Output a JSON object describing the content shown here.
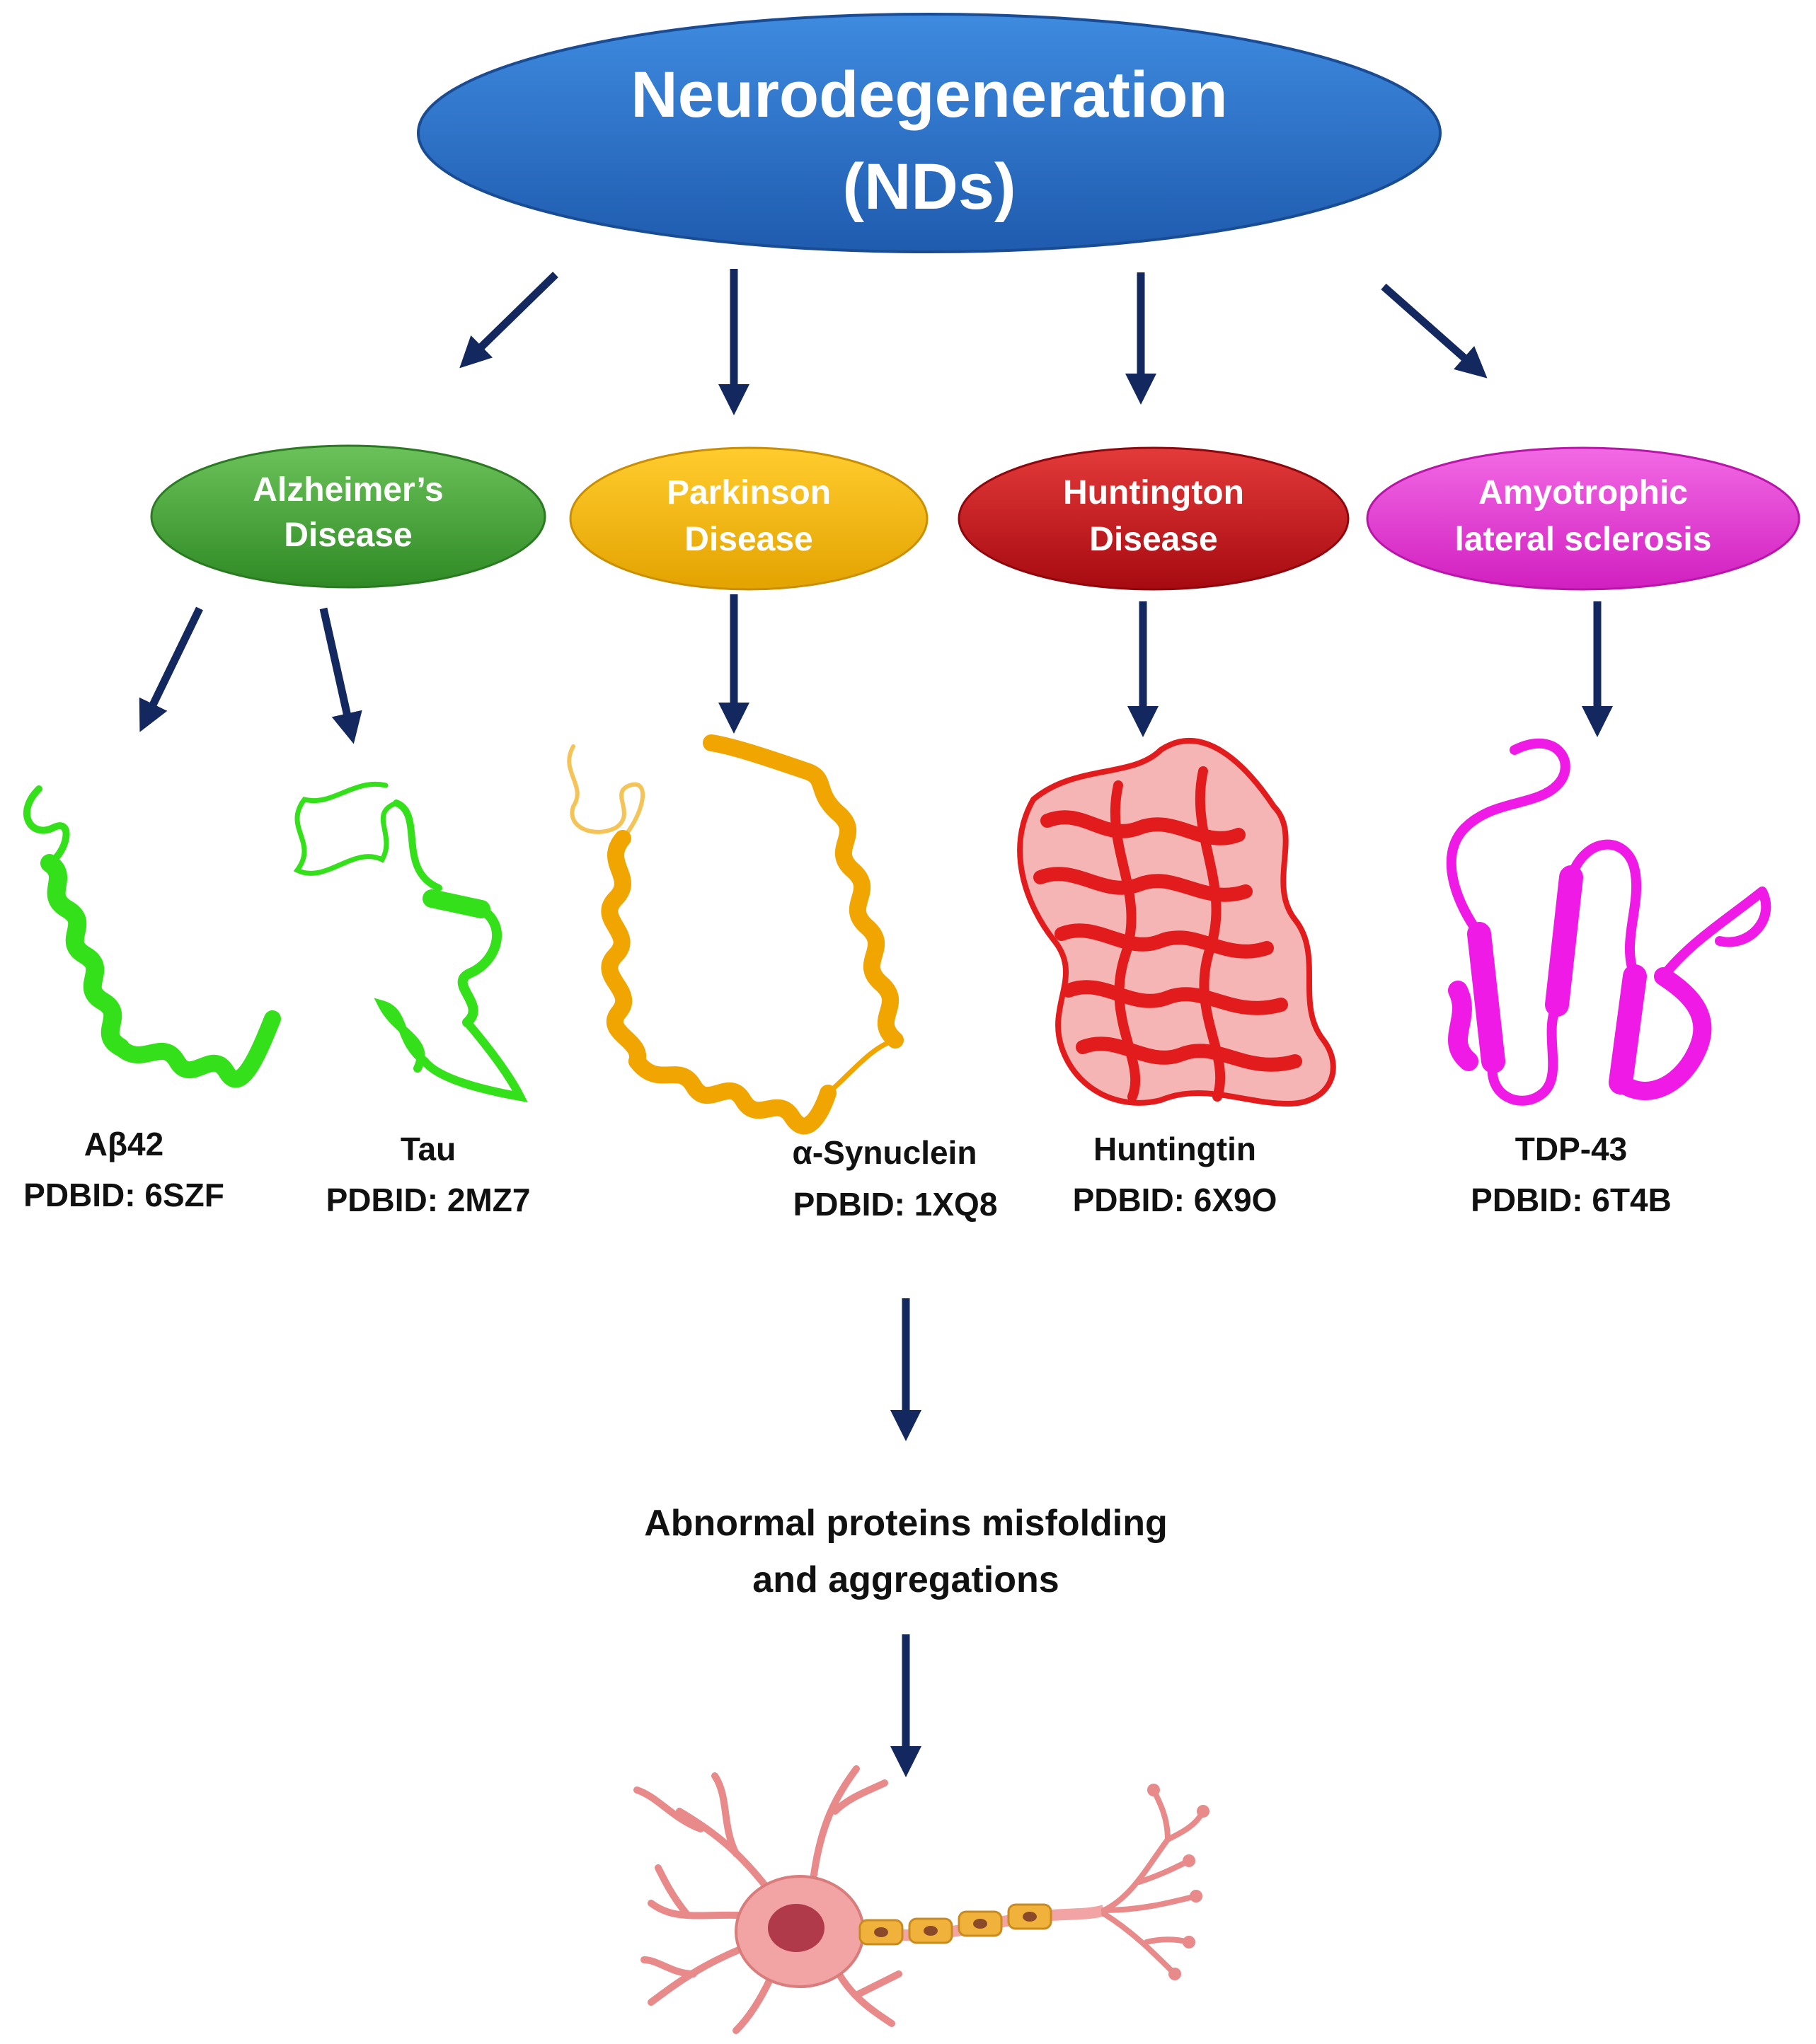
{
  "root": {
    "line1": "Neurodegeneration",
    "line2": "(NDs)",
    "color": "#2E6FC4"
  },
  "diseases": [
    {
      "line1": "Alzheimer’s",
      "line2": "Disease",
      "color": "#4CA83C"
    },
    {
      "line1": "Parkinson",
      "line2": "Disease",
      "color": "#F2B705"
    },
    {
      "line1": "Huntington",
      "line2": "Disease",
      "color": "#C8131B"
    },
    {
      "line1": "Amyotrophic",
      "line2": "lateral sclerosis",
      "color": "#E23FD3"
    }
  ],
  "proteins": [
    {
      "name": "Aβ42",
      "pdb": "PDBID: 6SZF",
      "color": "#33E019"
    },
    {
      "name": "Tau",
      "pdb": "PDBID: 2MZ7",
      "color": "#33E019"
    },
    {
      "name": "α-Synuclein",
      "pdb": "PDBID: 1XQ8",
      "color": "#F0A500"
    },
    {
      "name": "Huntingtin",
      "pdb": "PDBID: 6X9O",
      "color": "#E21C1C"
    },
    {
      "name": "TDP-43",
      "pdb": "PDBID: 6T4B",
      "color": "#F01AE6"
    }
  ],
  "outcome": {
    "line1": "Abnormal proteins misfolding",
    "line2": "and aggregations"
  },
  "arrow_color": "#13285E",
  "neuron": {
    "body_color": "#F2A3A3",
    "nucleus_color": "#B03A4A",
    "myelin_color": "#F0B23A"
  }
}
